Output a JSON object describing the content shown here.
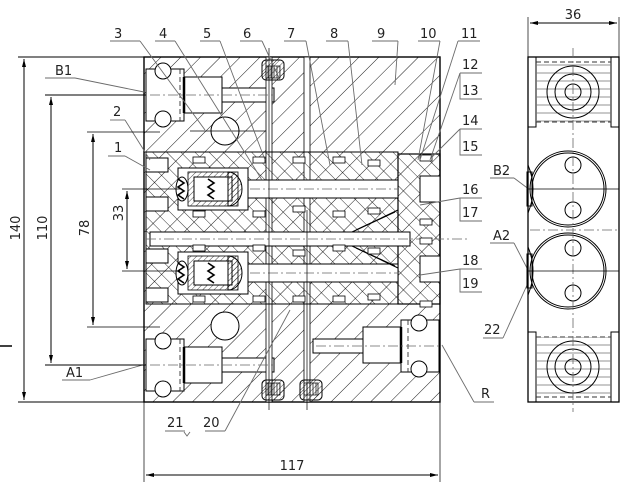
{
  "drawing": {
    "title": "Valve block assembly — sectional front view and side view",
    "part_labels": [
      {
        "id": "1",
        "text": "1"
      },
      {
        "id": "2",
        "text": "2"
      },
      {
        "id": "3",
        "text": "3"
      },
      {
        "id": "4",
        "text": "4"
      },
      {
        "id": "5",
        "text": "5"
      },
      {
        "id": "6",
        "text": "6"
      },
      {
        "id": "7",
        "text": "7"
      },
      {
        "id": "8",
        "text": "8"
      },
      {
        "id": "9",
        "text": "9"
      },
      {
        "id": "10",
        "text": "10"
      },
      {
        "id": "11",
        "text": "11"
      },
      {
        "id": "12",
        "text": "12"
      },
      {
        "id": "13",
        "text": "13"
      },
      {
        "id": "14",
        "text": "14"
      },
      {
        "id": "15",
        "text": "15"
      },
      {
        "id": "16",
        "text": "16"
      },
      {
        "id": "17",
        "text": "17"
      },
      {
        "id": "18",
        "text": "18"
      },
      {
        "id": "19",
        "text": "19"
      },
      {
        "id": "20",
        "text": "20"
      },
      {
        "id": "21",
        "text": "21"
      },
      {
        "id": "22",
        "text": "22"
      }
    ],
    "port_labels": {
      "b1": "B1",
      "a1": "A1",
      "b2": "B2",
      "a2": "A2",
      "r": "R"
    },
    "dimensions": {
      "overall_height": "140",
      "port_spacing": "110",
      "spool_spacing": "78",
      "inner_spacing": "33",
      "overall_width": "117",
      "side_width": "36"
    }
  }
}
